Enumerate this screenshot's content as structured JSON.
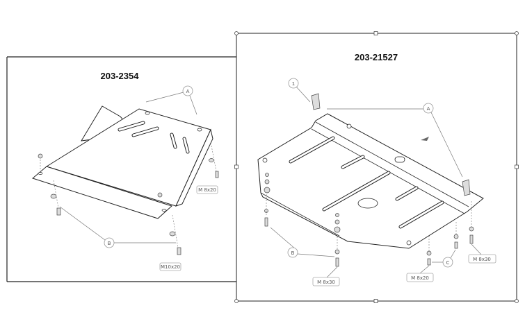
{
  "left_diagram": {
    "title": "203-2354",
    "callouts": {
      "a": "A",
      "b": "B"
    },
    "bolts": {
      "side": "M 8x20",
      "bottom": "M10x20"
    }
  },
  "right_diagram": {
    "title": "203-21527",
    "callouts": {
      "one": "1",
      "a": "A",
      "b": "B",
      "c": "C"
    },
    "bolts": {
      "left": "M 8x30",
      "middle": "M 8x20",
      "right": "M 8x30"
    }
  }
}
